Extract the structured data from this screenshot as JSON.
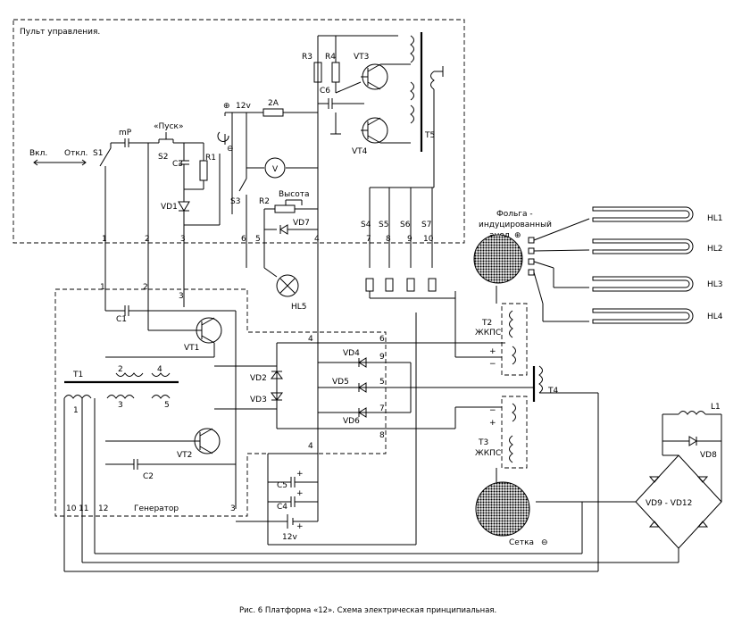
{
  "blocks": {
    "control_panel": "Пульт управления.",
    "generator": "Генератор"
  },
  "switches": {
    "s1": "S1",
    "on": "Вкл.",
    "off": "Откл.",
    "mp": "mP",
    "start": "«Пуск»",
    "s2": "S2",
    "s3": "S3",
    "s4": "S4",
    "s5": "S5",
    "s6": "S6",
    "s7": "S7"
  },
  "components": {
    "c1": "C1",
    "c2": "C2",
    "c3": "C3",
    "c4": "C4",
    "c5": "C5",
    "c6": "C6",
    "r1": "R1",
    "r2": "R2",
    "r3": "R3",
    "r4": "R4",
    "vd1": "VD1",
    "vd2": "VD2",
    "vd3": "VD3",
    "vd4": "VD4",
    "vd5": "VD5",
    "vd6": "VD6",
    "vd7": "VD7",
    "vd8": "VD8",
    "bridge": "VD9 - VD12",
    "vt1": "VT1",
    "vt2": "VT2",
    "vt3": "VT3",
    "vt4": "VT4",
    "t1": "T1",
    "t2": "T2",
    "t3": "T3",
    "t4": "T4",
    "t5": "T5",
    "zhkps": "ЖКПС",
    "l1": "L1",
    "hl5": "HL5",
    "voltmeter": "V",
    "fuse": "2A",
    "supply": "12v",
    "battery": "12v",
    "height": "Высота"
  },
  "lamps": [
    "HL1",
    "HL2",
    "HL3",
    "HL4"
  ],
  "electrodes": {
    "anode": [
      "Фольга -",
      "индуцированный",
      "анод"
    ],
    "grid": "Сетка"
  },
  "symbols": {
    "plus": "+",
    "minus": "−",
    "plus_circle": "⊕",
    "minus_circle": "⊖"
  },
  "terminals": {
    "n1": "1",
    "n2": "2",
    "n3": "3",
    "n4": "4",
    "n5": "5",
    "n6": "6",
    "n7": "7",
    "n8": "8",
    "n9": "9",
    "n10": "10",
    "n11": "11",
    "n12": "12"
  },
  "caption": "Рис. 6     Платформа «12». Схема электрическая принципиальная."
}
